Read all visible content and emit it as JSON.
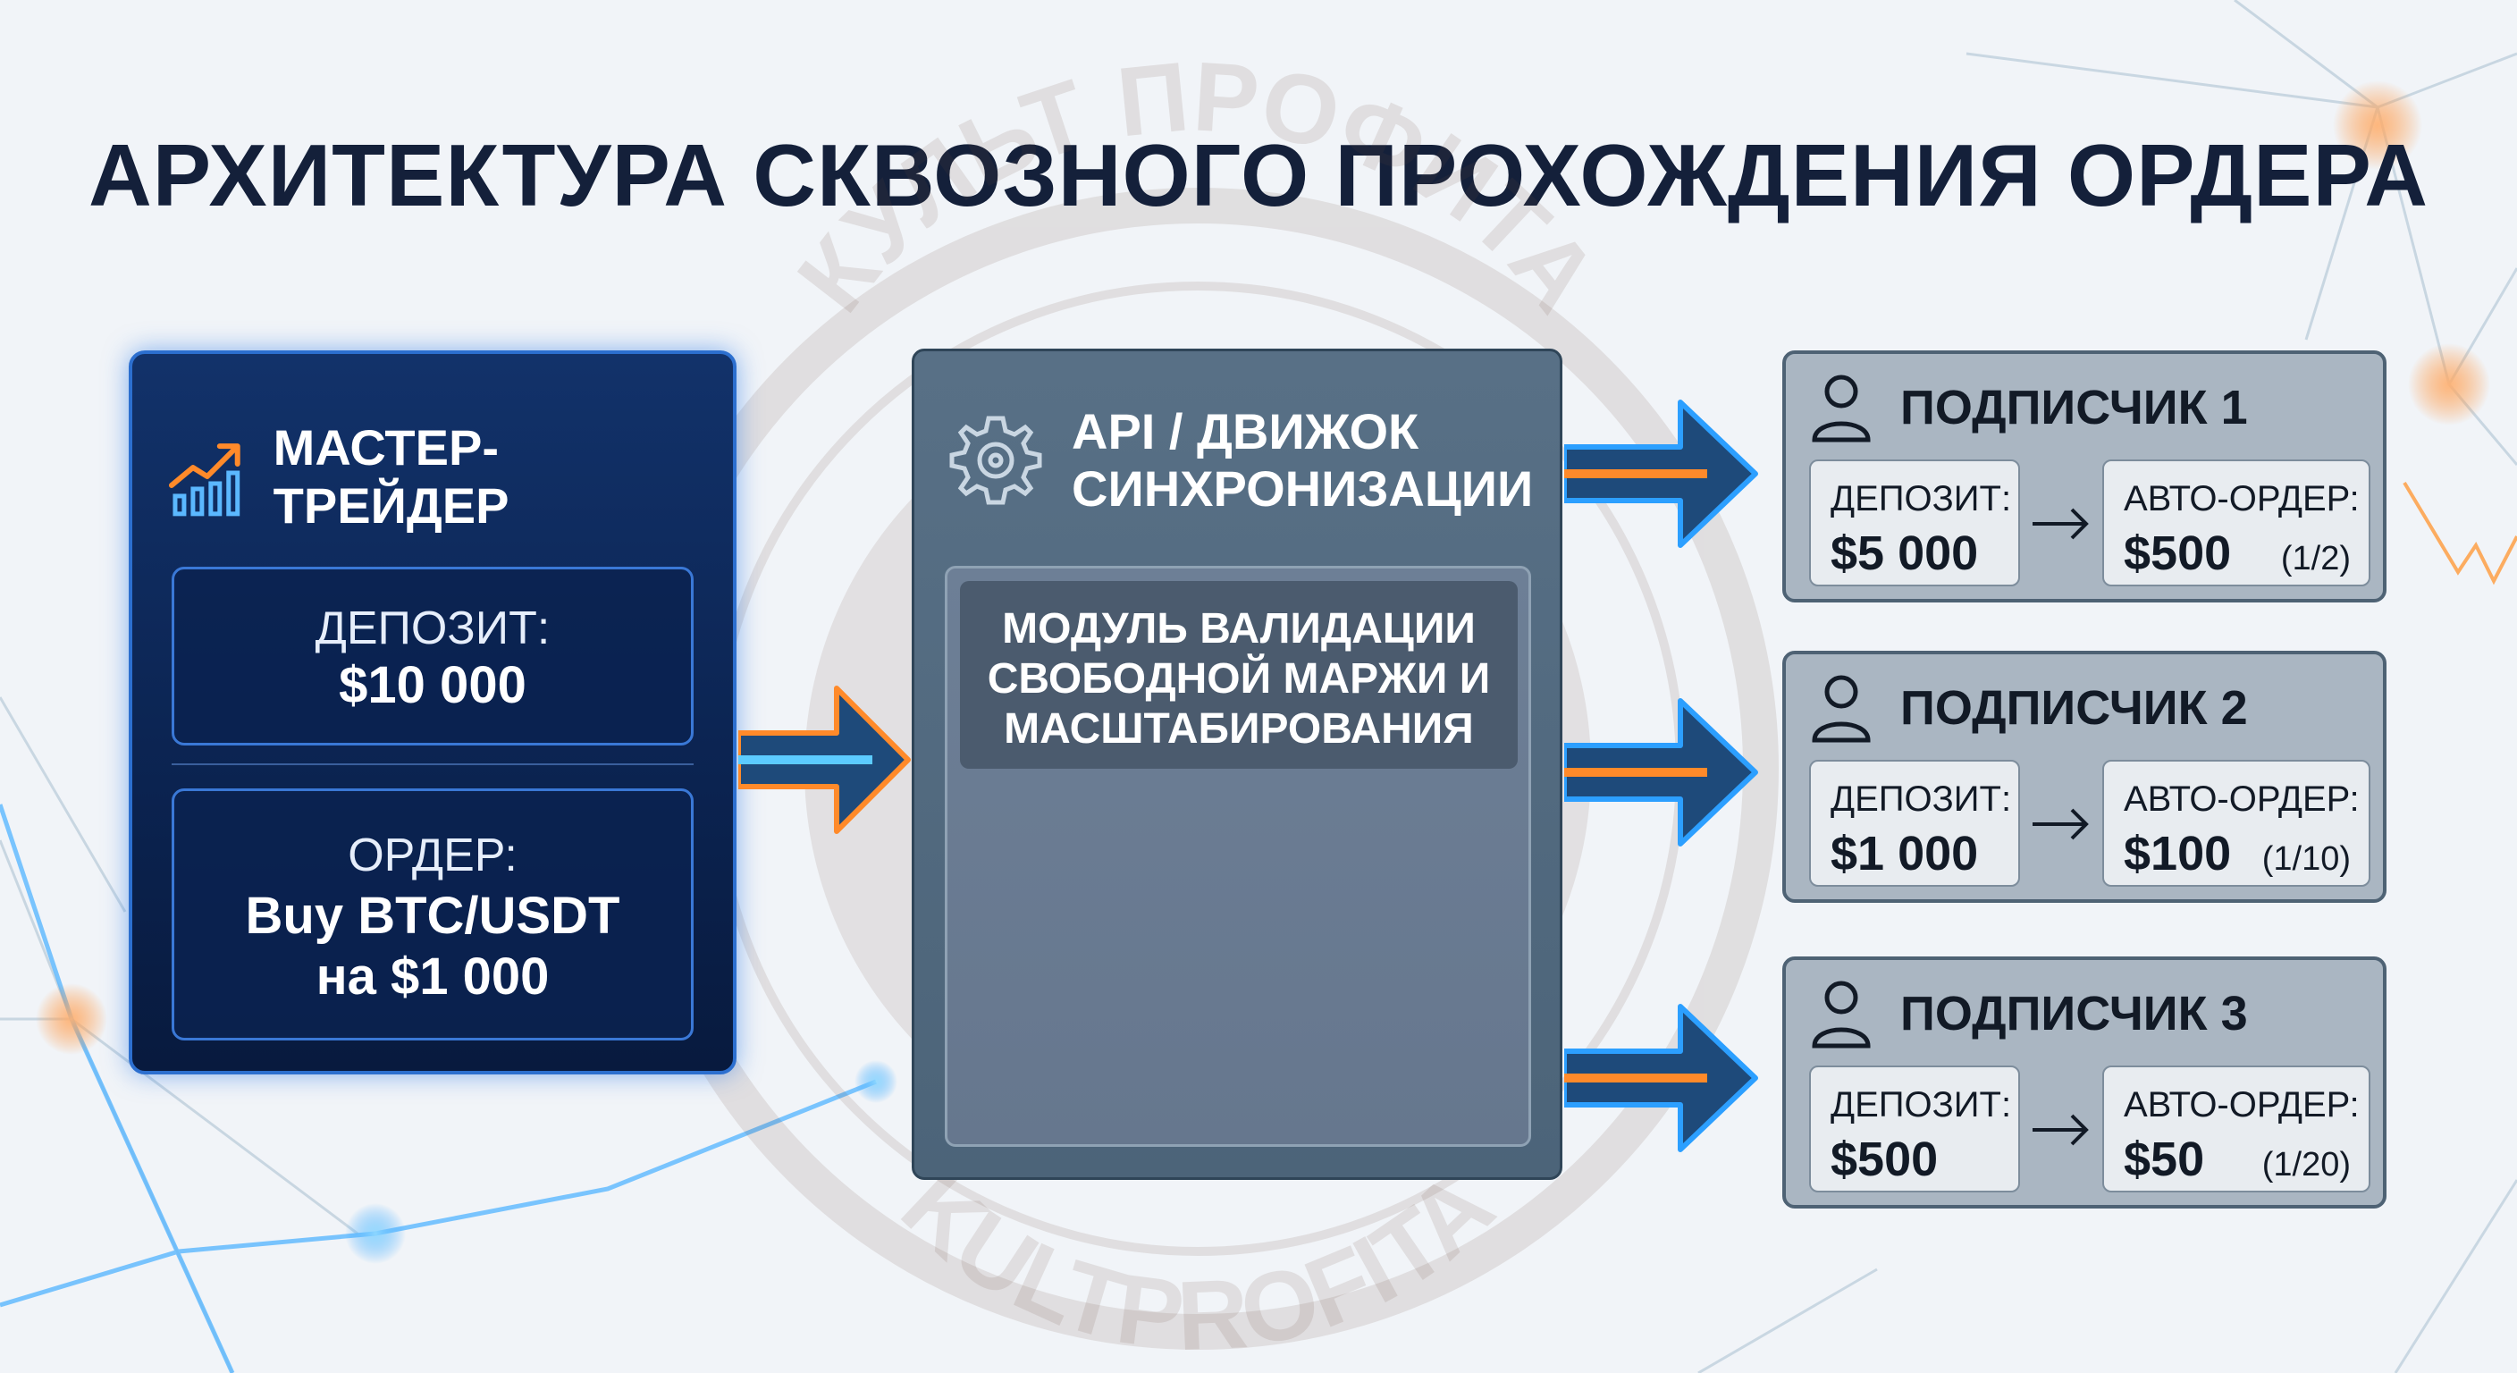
{
  "title": "АРХИТЕКТУРА СКВОЗНОГО ПРОХОЖДЕНИЯ ОРДЕРА",
  "watermark": {
    "top_text": "КУЛЬТ ПРОФИТА",
    "bottom_text": "KULTPROFITA"
  },
  "master": {
    "icon": "chart-growth-icon",
    "title": "МАСТЕР-ТРЕЙДЕР",
    "deposit_label": "ДЕПОЗИТ:",
    "deposit_value": "$10 000",
    "order_label": "ОРДЕР:",
    "order_line1": "Buy BTC/USDT",
    "order_line2": "на $1 000"
  },
  "engine": {
    "icon": "gear-icon",
    "title_line1": "API / ДВИЖОК",
    "title_line2": "СИНХРОНИЗАЦИИ",
    "module_line1": "МОДУЛЬ ВАЛИДАЦИИ",
    "module_line2": "СВОБОДНОЙ МАРЖИ И",
    "module_line3": "МАСШТАБИРОВАНИЯ"
  },
  "subscribers": [
    {
      "icon": "user-icon",
      "title": "ПОДПИСЧИК 1",
      "deposit_label": "ДЕПОЗИТ:",
      "deposit_value": "$5 000",
      "order_label": "АВТО-ОРДЕР:",
      "order_value": "$500",
      "ratio": "(1/2)"
    },
    {
      "icon": "user-icon",
      "title": "ПОДПИСЧИК 2",
      "deposit_label": "ДЕПОЗИТ:",
      "deposit_value": "$1 000",
      "order_label": "АВТО-ОРДЕР:",
      "order_value": "$100",
      "ratio": "(1/10)"
    },
    {
      "icon": "user-icon",
      "title": "ПОДПИСЧИК 3",
      "deposit_label": "ДЕПОЗИТ:",
      "deposit_value": "$500",
      "order_label": "АВТО-ОРДЕР:",
      "order_value": "$50",
      "ratio": "(1/20)"
    }
  ],
  "colors": {
    "title": "#14203a",
    "master_bg": "#0b2350",
    "accent_blue": "#2c9fff",
    "accent_orange": "#ff8a2a",
    "engine_bg": "#587086",
    "subscriber_bg": "#aab6c2"
  }
}
